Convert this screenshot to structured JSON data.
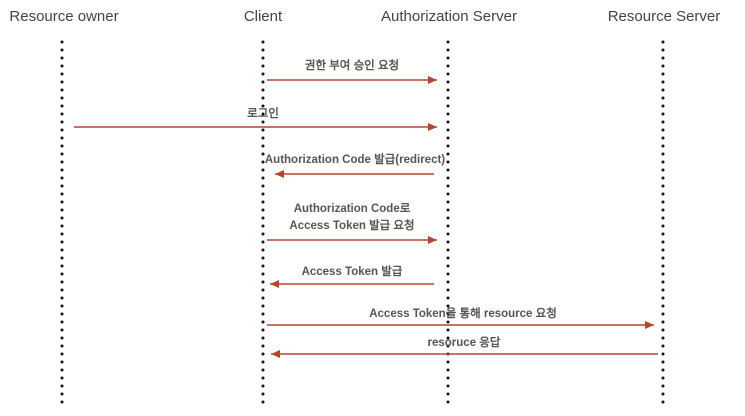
{
  "participants": [
    {
      "id": "owner",
      "label": "Resource owner"
    },
    {
      "id": "client",
      "label": "Client"
    },
    {
      "id": "auth",
      "label": "Authorization Server"
    },
    {
      "id": "resource",
      "label": "Resource Server"
    }
  ],
  "messages": [
    {
      "from": "client",
      "to": "auth",
      "lines": [
        "권한 부여 승인 요청"
      ]
    },
    {
      "from": "owner",
      "to": "auth",
      "lines": [
        "로그인"
      ]
    },
    {
      "from": "auth",
      "to": "client",
      "lines": [
        "Authorization Code 발급(redirect)"
      ]
    },
    {
      "from": "client",
      "to": "auth",
      "lines": [
        "Authorization Code로",
        "Access Token 발급 요청"
      ]
    },
    {
      "from": "auth",
      "to": "client",
      "lines": [
        "Access Token 발급"
      ]
    },
    {
      "from": "client",
      "to": "resource",
      "lines": [
        "Access Token을 통해 resource 요청"
      ]
    },
    {
      "from": "resource",
      "to": "client",
      "lines": [
        "resoruce 응답"
      ]
    }
  ],
  "colors": {
    "arrow": "#b5462e",
    "lifeline": "#111111",
    "actor_text": "#444444",
    "message_text": "#555555"
  }
}
